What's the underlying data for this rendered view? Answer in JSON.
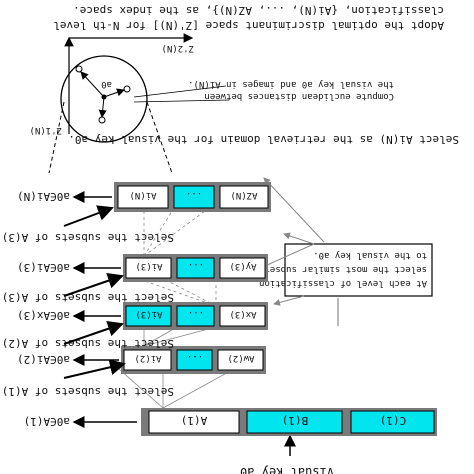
{
  "header": {
    "line1": "Adopt the optimal discriminant space [Z'(N)] for N-th level",
    "line2": "classification, {Ai(N), ..., AZ(N)}, as the index space."
  },
  "axes": {
    "z1": "Z'1(N)",
    "z2": "Z'2(N)",
    "a0": "a0"
  },
  "annotations": {
    "compute_1": "Compute euclidean distances between",
    "compute_2": "the visual key a0 and images in Ai(N).",
    "select_retrieval": "Select Ai(N) as the retrieval domain for the visual key a0.",
    "each_level_1": "At each level of classification",
    "each_level_2": "select the most similar subset",
    "each_level_3": "to the visual key a0.",
    "visual_key": "Visual key a0"
  },
  "levels": [
    {
      "membership": "a0∈Ai(N)",
      "cells": [
        "Ai(N)",
        "...",
        "AZ(N)"
      ]
    },
    {
      "membership": "a0∈Ai(3)",
      "cells": [
        "Ai(3)",
        "...",
        "Ay(3)"
      ]
    },
    {
      "membership": "a0∈Ax(3)",
      "cells": [
        "Ai(3)",
        "...",
        "Ax(3)"
      ]
    },
    {
      "membership": "a0∈Ai(2)",
      "cells": [
        "Ai(2)",
        "...",
        "Aw(2)"
      ]
    },
    {
      "membership": "a0∈A(1)",
      "cells": [
        "A(1)",
        "B(1)",
        "C(1)"
      ]
    }
  ],
  "select_labels": [
    "Select the subsets of A(3)",
    "Select the subsets of A(3)",
    "Select the subsets of A(2)",
    "Select the subsets of A(1)"
  ],
  "colors": {
    "cyan": "#00e5ee",
    "gray": "#7a7a7a",
    "white": "#ffffff",
    "black": "#000000"
  }
}
